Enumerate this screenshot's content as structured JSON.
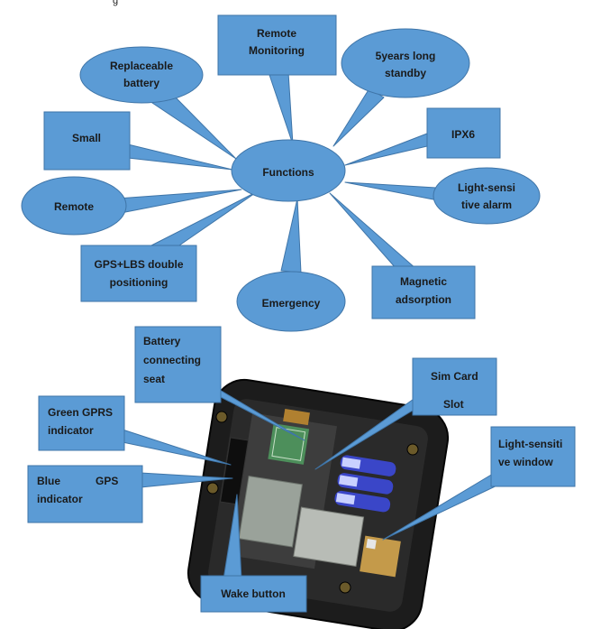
{
  "diagram": {
    "top_fragment": "g",
    "center": "Functions",
    "functions": {
      "remote_monitoring": [
        "Remote",
        "Monitoring"
      ],
      "replaceable_battery": [
        "Replaceable",
        "battery"
      ],
      "standby": [
        "5years long",
        "standby"
      ],
      "small": "Small",
      "ipx6": "IPX6",
      "remote": "Remote",
      "light_alarm": [
        "Light-sensi",
        "tive alarm"
      ],
      "gps_lbs": [
        "GPS+LBS double",
        "positioning"
      ],
      "emergency": "Emergency",
      "magnetic": [
        "Magnetic",
        "adsorption"
      ]
    },
    "device_labels": {
      "battery_seat": [
        "Battery",
        "connecting",
        "seat"
      ],
      "sim_slot": [
        "Sim Card",
        "Slot"
      ],
      "green_gprs": [
        "Green  GPRS",
        "indicator"
      ],
      "light_window": [
        "Light-sensiti",
        "ve window"
      ],
      "blue_gps_left": "Blue",
      "blue_gps_right": "GPS",
      "blue_gps_line2": "indicator",
      "wake_button": "Wake button"
    },
    "colors": {
      "callout_fill": "#5b9bd5",
      "callout_stroke": "#3f75a8",
      "device_body": "#1c1c1c"
    }
  }
}
